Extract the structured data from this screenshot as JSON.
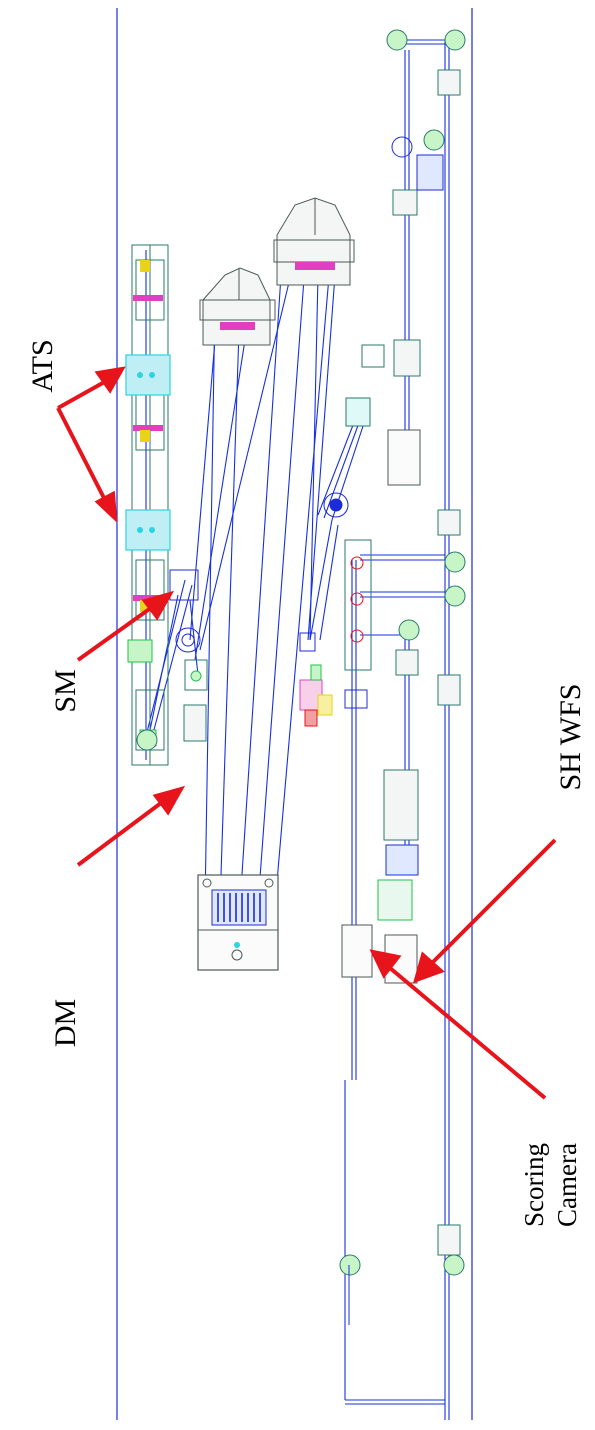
{
  "labels": {
    "ats": "ATS",
    "sm": "SM",
    "dm": "DM",
    "sh_wfs": "SH WFS",
    "scoring": "Scoring",
    "camera": "Camera"
  },
  "colors": {
    "outline": "#1d2bd6",
    "beam": "#1630e0",
    "arrow": "#e8141c",
    "mount": "#2a7a6a",
    "component": "#7f8a86",
    "accent_cyan": "#2dd3e0",
    "accent_green": "#22c24a",
    "accent_magenta": "#e040c0",
    "accent_yellow": "#e8d21a"
  }
}
